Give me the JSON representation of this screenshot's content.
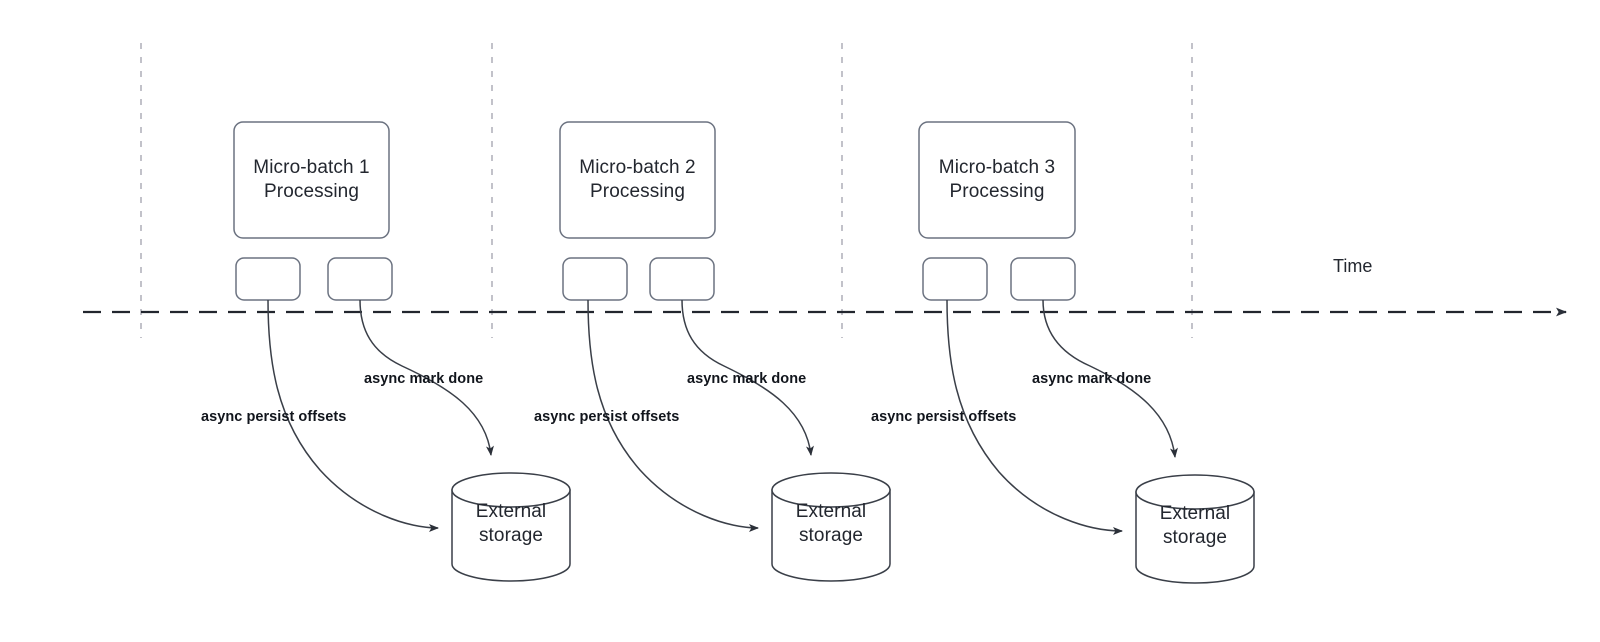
{
  "diagram": {
    "title": "Micro-batch processing timeline with asynchronous external storage writes",
    "colors": {
      "stroke": "#333741",
      "node_stroke": "#6b7280",
      "timeline": "#22262e",
      "tick_line": "#b7b7c0",
      "text": "#23272f",
      "label_text": "#11151c",
      "background": "#ffffff"
    },
    "timeline": {
      "axis_name": "time-axis",
      "label": "Time",
      "style": "dashed-arrow",
      "tick_count": 4
    },
    "groups": [
      {
        "id": "micro-batch-1",
        "batch_line1": "Micro-batch 1",
        "batch_line2": "Processing",
        "task_a_label": "",
        "task_b_label": "",
        "edge_persist": "async persist offsets",
        "edge_mark": "async mark done",
        "storage_line1": "External",
        "storage_line2": "storage"
      },
      {
        "id": "micro-batch-2",
        "batch_line1": "Micro-batch 2",
        "batch_line2": "Processing",
        "task_a_label": "",
        "task_b_label": "",
        "edge_persist": "async persist offsets",
        "edge_mark": "async mark done",
        "storage_line1": "External",
        "storage_line2": "storage"
      },
      {
        "id": "micro-batch-3",
        "batch_line1": "Micro-batch 3",
        "batch_line2": "Processing",
        "task_a_label": "",
        "task_b_label": "",
        "edge_persist": "async persist offsets",
        "edge_mark": "async mark done",
        "storage_line1": "External",
        "storage_line2": "storage"
      }
    ]
  }
}
